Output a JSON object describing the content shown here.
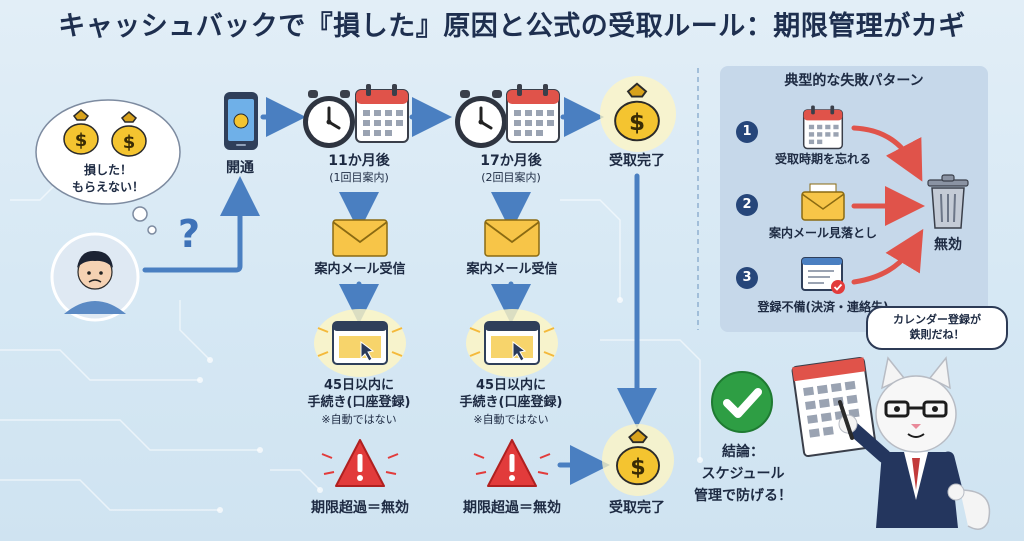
{
  "title": "キャッシュバックで『損した』原因と公式の受取ルール：期限管理がカギ",
  "thought": {
    "line1": "損した！",
    "line2": "もらえない！"
  },
  "question_mark": "?",
  "flow": {
    "start": "開通",
    "month11": {
      "label": "11か月後",
      "sub": "(1回目案内)"
    },
    "month17": {
      "label": "17か月後",
      "sub": "(2回目案内)"
    },
    "received_top": "受取完了",
    "received_bottom": "受取完了",
    "mail_received_1": "案内メール受信",
    "mail_received_2": "案内メール受信",
    "procedure_1": {
      "line1": "45日以内に",
      "line2": "手続き(口座登録)",
      "line3": "※自動ではない"
    },
    "procedure_2": {
      "line1": "45日以内に",
      "line2": "手続き(口座登録)",
      "line3": "※自動ではない"
    },
    "expired_1": "期限超過＝無効",
    "expired_2": "期限超過＝無効"
  },
  "failure_panel": {
    "title": "典型的な失敗パターン",
    "items": [
      {
        "number": "1",
        "label": "受取時期を忘れる"
      },
      {
        "number": "2",
        "label": "案内メール見落とし"
      },
      {
        "number": "3",
        "label": "登録不備(決済・連絡先)"
      }
    ],
    "result": "無効"
  },
  "conclusion": {
    "line1": "結論：",
    "line2": "スケジュール",
    "line3": "管理で防げる！"
  },
  "cat_bubble": {
    "line1": "カレンダー登録が",
    "line2": "鉄則だね！"
  },
  "colors": {
    "arrow": "#4a7fc1",
    "red_arrow": "#e0534a",
    "coin_gold": "#f4c430",
    "warning_red": "#e23b3b",
    "check_green": "#2e9e44",
    "badge_navy": "#26467a"
  },
  "icons": [
    "money-bag-icon",
    "smartphone-icon",
    "clock-icon",
    "calendar-icon",
    "envelope-icon",
    "browser-window-icon",
    "warning-icon",
    "trash-can-icon",
    "checkmark-icon",
    "question-mark-icon"
  ]
}
